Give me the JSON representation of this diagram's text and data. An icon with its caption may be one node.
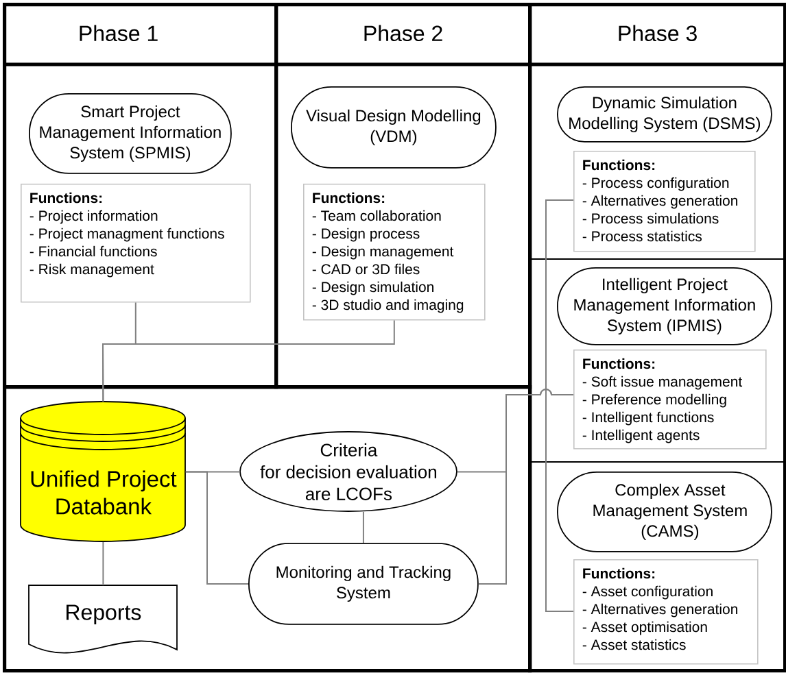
{
  "diagram": {
    "nodes": [
      {
        "text": [
          "Phase 1"
        ]
      },
      {
        "text": [
          "Smart Project Management Information System (SPMIS)"
        ],
        "in": 0
      },
      {
        "text": [
          "Functions:",
          "- Project information",
          "- Project managment functions",
          "- Financial functions",
          "- Risk management"
        ],
        "in": 0
      },
      {
        "text": [
          "Phase 2"
        ]
      },
      {
        "text": [
          "Visual Design Modelling (VDM)"
        ],
        "in": 3
      },
      {
        "text": [
          "Functions:",
          "- Team collaboration",
          "- Design process",
          "- Design management",
          "- CAD or 3D files",
          "- Design simulation",
          "- 3D studio and imaging"
        ],
        "in": 3
      },
      {
        "text": [
          "Phase 3"
        ]
      },
      {
        "text": [
          "Dynamic Simulation Modelling System (DSMS)"
        ],
        "in": 6
      },
      {
        "text": [
          "Functions:",
          "- Process configuration",
          "- Alternatives generation",
          "- Process simulations",
          "- Process statistics"
        ],
        "in": 6
      },
      {
        "text": [
          "Intelligent Project Management Information System (IPMIS)"
        ],
        "in": 6
      },
      {
        "text": [
          "Functions:",
          "- Soft issue management",
          "- Preference modelling",
          "- Intelligent functions",
          "- Intelligent agents"
        ],
        "in": 6
      },
      {
        "text": [
          "Complex Asset Management System (CAMS)"
        ],
        "in": 6
      },
      {
        "text": [
          "Functions:",
          "- Asset configuration",
          "- Alternatives generation",
          "- Asset optimisation",
          "- Asset statistics"
        ],
        "in": 6
      },
      {
        "text": [],
        "shape": "box"
      },
      {
        "text": [
          "Unified Project Databank"
        ],
        "in": 13
      },
      {
        "text": [
          "Criteria for decision evaluation are LCOFs"
        ],
        "in": 13
      },
      {
        "text": [
          "Monitoring and Tracking System"
        ],
        "in": 13
      },
      {
        "text": [
          "Reports"
        ],
        "in": 13
      }
    ],
    "edges": [
      {
        "from": 2,
        "to": 14,
        "arrow": "none"
      },
      {
        "from": 5,
        "to": 14,
        "arrow": "none"
      },
      {
        "from": 14,
        "to": 15,
        "arrow": "none"
      },
      {
        "from": 14,
        "to": 16,
        "arrow": "none"
      },
      {
        "from": 15,
        "to": 16,
        "arrow": "none"
      },
      {
        "from": 15,
        "to": 10,
        "arrow": "none"
      },
      {
        "from": 16,
        "to": 10,
        "arrow": "none"
      },
      {
        "from": 8,
        "to": 12,
        "arrow": "none"
      },
      {
        "from": 14,
        "to": 17,
        "arrow": "none"
      }
    ]
  }
}
